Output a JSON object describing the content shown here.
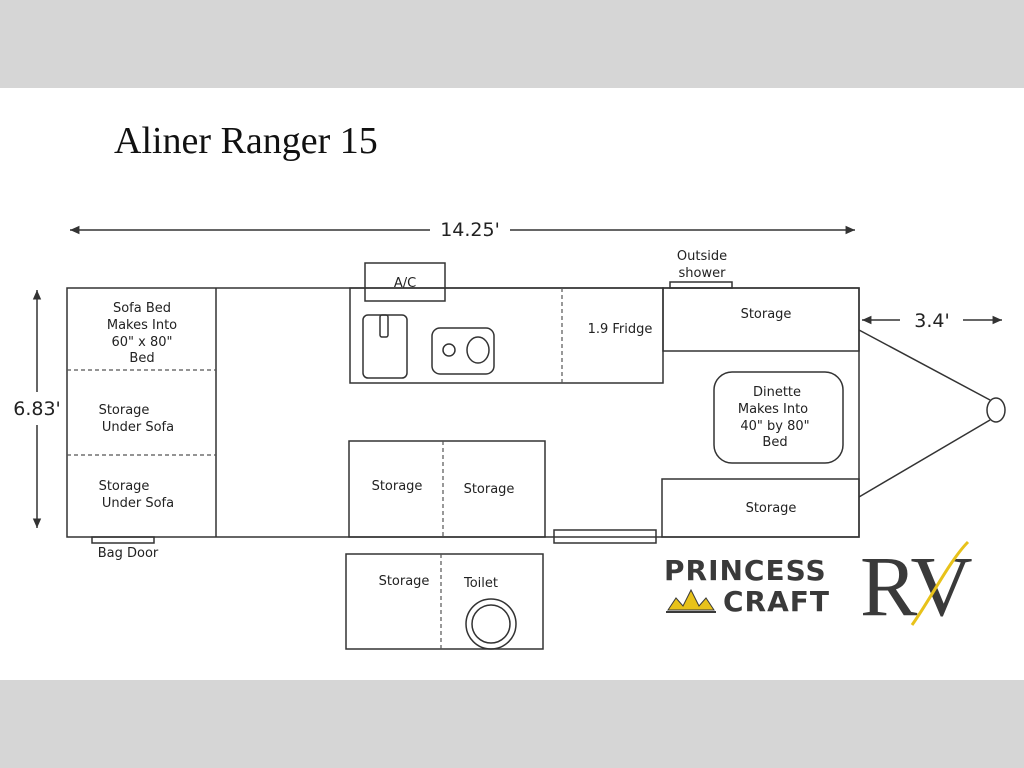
{
  "title": "Aliner Ranger 15",
  "dimensions": {
    "length": "14.25'",
    "width": "6.83'",
    "tongue": "3.4'"
  },
  "labels": {
    "ac": "A/C",
    "outside_shower_1": "Outside",
    "outside_shower_2": "shower",
    "sofa_bed": [
      "Sofa Bed",
      "Makes Into",
      "60\" x 80\"",
      "Bed"
    ],
    "storage_under_sofa_1": [
      "Storage",
      "Under Sofa"
    ],
    "storage_under_sofa_2": [
      "Storage",
      "Under Sofa"
    ],
    "fridge": "1.9 Fridge",
    "storage_front_top": "Storage",
    "dinette": [
      "Dinette",
      "Makes Into",
      "40\" by 80\"",
      "Bed"
    ],
    "storage_front_bottom": "Storage",
    "storage_mid_left": "Storage",
    "storage_mid_right": "Storage",
    "bag_door": "Bag Door",
    "storage_bath": "Storage",
    "toilet": "Toilet"
  },
  "logo": {
    "line1": "PRINCESS",
    "line2": "CRAFT",
    "mark": "RV",
    "accent_color": "#e8c21a",
    "text_color": "#3a3a3a"
  },
  "colors": {
    "band": "#d6d6d6",
    "canvas": "#ffffff"
  }
}
